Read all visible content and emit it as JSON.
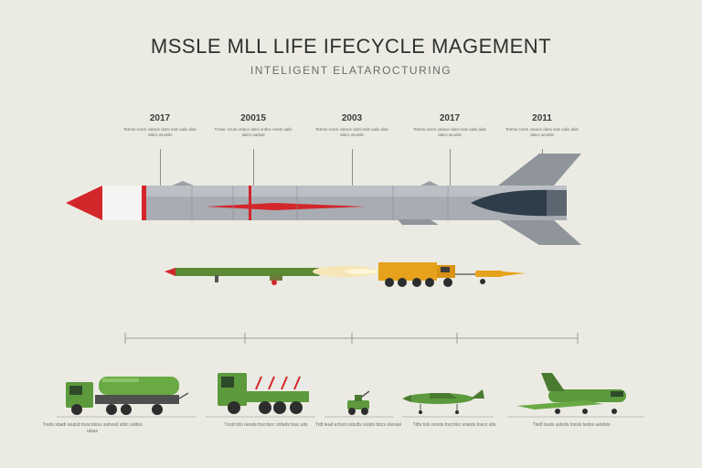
{
  "header": {
    "title": "MSSLE MLL LIFE IFECYCLE MAGEMENT",
    "subtitle": "INTELIGENT ELATAROCTURING"
  },
  "timeline": [
    {
      "year": "2017",
      "note": "Tetrnw scem ostaon dutsi sals salis ailar dalcs wnolsb"
    },
    {
      "year": "20015",
      "note": "Tnswc scuts ortacn dutsi sntlos reeds salis dalcs eadsal"
    },
    {
      "year": "2003",
      "note": "Tetrnw scem ostaon dutsi sals salis ailar dalcs wnolsb"
    },
    {
      "year": "2017",
      "note": "Tetrnw scem ostaon dutsi sals salis ailar dalcs wnolsb"
    },
    {
      "year": "2011",
      "note": "Tetrnw scem ostaon dutsi sals salis ailar dalcs wnolsb"
    }
  ],
  "vehicles": [
    {
      "caption": "Treds sbadi reutsd trsocoloss sutresd uitst celdos utsas"
    },
    {
      "caption": "Tnsd tols reosts trscrlsoc snteds tosc uits"
    },
    {
      "caption": "Trdl tead eclsot ostcdls solsts ttocs utesasl"
    },
    {
      "caption": "Tdts tols reosts trscnloc snteds toscs uits"
    },
    {
      "caption": "Tlsdl lsads usteds tossls tedos ueldsts"
    }
  ],
  "colors": {
    "background": "#ecebe3",
    "missile_body": "#a9adb3",
    "accent_red": "#d2262b",
    "military_green": "#5c9a3d",
    "launcher_yellow": "#e6a21c"
  }
}
